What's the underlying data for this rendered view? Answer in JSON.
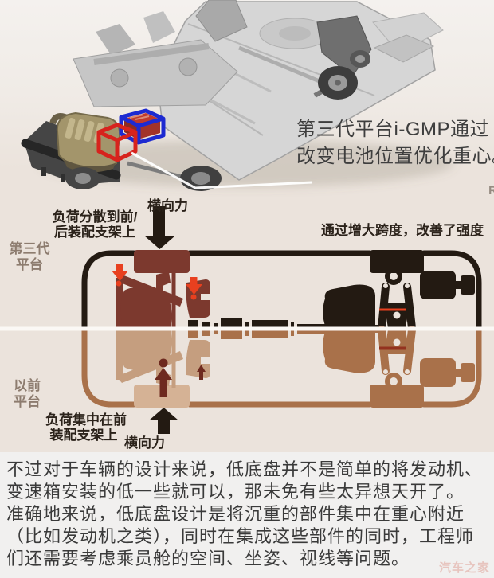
{
  "photo": {
    "caption_line1": "第三代平台i-GMP通过",
    "caption_line2": "改变电池位置优化重心。",
    "highlight_colors": {
      "engine_position_box": "#d7231d",
      "battery_box": "#1d2ad1"
    }
  },
  "diagram": {
    "background_color": "#ebe3dc",
    "edge_text": "R",
    "new_platform": {
      "label_line1": "第三代",
      "label_line2": "平台",
      "load_note_line1": "负荷分散到前/",
      "load_note_line2": "后装配支架上",
      "lateral_force_label": "横向力",
      "span_note": "通过增大跨度，改善了强度",
      "color_main": "#231a12",
      "color_engine": "#7c392e",
      "color_arrows": "#e8401f"
    },
    "old_platform": {
      "label_line1": "以前",
      "label_line2": "平台",
      "load_note_line1": "负荷集中在前",
      "load_note_line2": "装配支架上",
      "lateral_force_label": "横向力",
      "color_main": "#a9714a",
      "color_engine": "#c59e7f",
      "color_arrows": "#6e2a1f"
    }
  },
  "article": {
    "lines": [
      "不过对于车辆的设计来说，低底盘并不是简单的将发动机、",
      "变速箱安装的低一些就可以，那未免有些太异想天开了。",
      "准确地来说，低底盘设计是将沉重的部件集中在重心附近",
      "（比如发动机之类），同时在集成这些部件的同时，工程师",
      "们还需要考虑乘员舱的空间、坐姿、视线等问题。"
    ]
  },
  "watermark": "汽车之家"
}
